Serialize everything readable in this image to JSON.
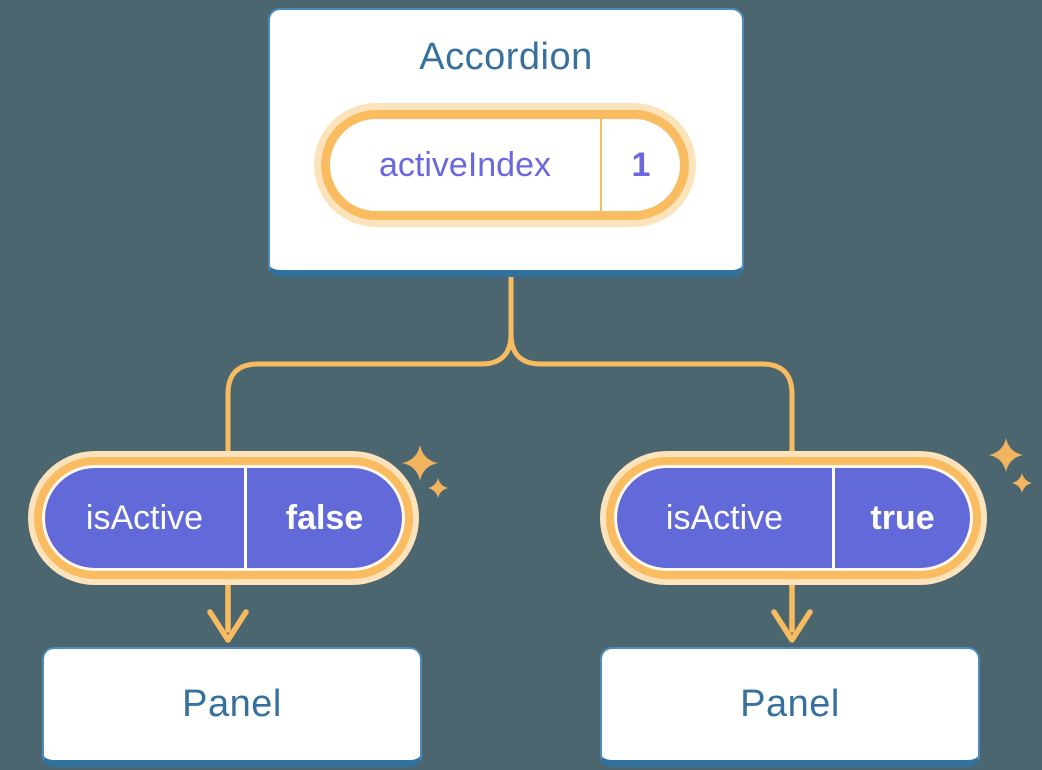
{
  "accordion": {
    "title": "Accordion",
    "state_label": "activeIndex",
    "state_value": "1"
  },
  "branches": [
    {
      "prop_label": "isActive",
      "prop_value": "false",
      "panel_title": "Panel"
    },
    {
      "prop_label": "isActive",
      "prop_value": "true",
      "panel_title": "Panel"
    }
  ],
  "icons": {
    "sparkle": "sparkle-icon",
    "arrow": "arrow-down-icon"
  },
  "colors": {
    "background": "#4C6670",
    "card_fill": "#FFFFFF",
    "card_border": "#4D8CBA",
    "card_border_bottom": "#30719E",
    "card_text": "#36719E",
    "highlight_ring": "#F9BC61",
    "highlight_glow": "#FCE3BB",
    "connector": "#F8BC60",
    "prop_pill_fill": "#6269D8",
    "prop_pill_text": "#FDFDFE",
    "state_text": "#6B68DF",
    "sparkle": "#F2B45F"
  }
}
